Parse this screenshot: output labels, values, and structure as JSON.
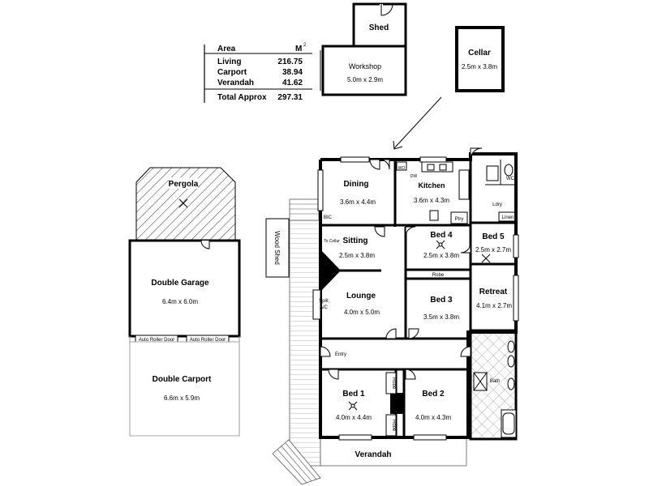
{
  "area_table": {
    "header_label": "Area",
    "header_unit": "M",
    "header_unit_sup": "2",
    "rows": [
      {
        "label": "Living",
        "value": "216.75"
      },
      {
        "label": "Carport",
        "value": "38.94"
      },
      {
        "label": "Verandah",
        "value": "41.62"
      }
    ],
    "total_label": "Total Approx",
    "total_value": "297.31"
  },
  "rooms": {
    "shed": {
      "name": "Shed"
    },
    "workshop": {
      "name": "Workshop",
      "size": "5.0m x 2.9m"
    },
    "cellar": {
      "name": "Cellar",
      "size": "2.5m x 3.8m"
    },
    "pergola": {
      "name": "Pergola"
    },
    "double_garage": {
      "name": "Double Garage",
      "size": "6.4m x 6.0m"
    },
    "double_carport": {
      "name": "Double Carport",
      "size": "6.6m x 5.9m"
    },
    "wood_shed": {
      "name": "Wood Shed"
    },
    "dining": {
      "name": "Dining",
      "size": "3.6m x 4.4m"
    },
    "kitchen": {
      "name": "Kitchen",
      "size": "3.6m x 4.3m"
    },
    "sitting": {
      "name": "Sitting",
      "size": "2.5m x 3.8m"
    },
    "bed4": {
      "name": "Bed 4",
      "size": "2.5m x 3.8m"
    },
    "bed5": {
      "name": "Bed 5",
      "size": "2.5m x 2.7m"
    },
    "lounge": {
      "name": "Lounge",
      "size": "4.0m x 5.0m"
    },
    "bed3": {
      "name": "Bed 3",
      "size": "3.5m x 3.8m"
    },
    "retreat": {
      "name": "Retreat",
      "size": "4.1m x 2.7m"
    },
    "bed1": {
      "name": "Bed 1",
      "size": "4.0m x 4.4m"
    },
    "bed2": {
      "name": "Bed 2",
      "size": "4.0m x 4.3m"
    },
    "verandah": {
      "name": "Verandah"
    }
  },
  "labels": {
    "wo": "WO",
    "dw": "DW",
    "bic": "BIC",
    "ptry": "Ptry",
    "ldry": "Ldry",
    "linen": "Linen",
    "wc": "WC",
    "to_cellar": "To Cellar",
    "robe_bed3": "Robe",
    "split_ac_1": "Split",
    "split_ac_2": "A/C",
    "entry": "Entry",
    "bath": "Bath",
    "robe_1": "Robe",
    "robe_2": "Robe",
    "auto_door_1": "Auto Roller Door",
    "auto_door_2": "Auto Roller Door"
  }
}
